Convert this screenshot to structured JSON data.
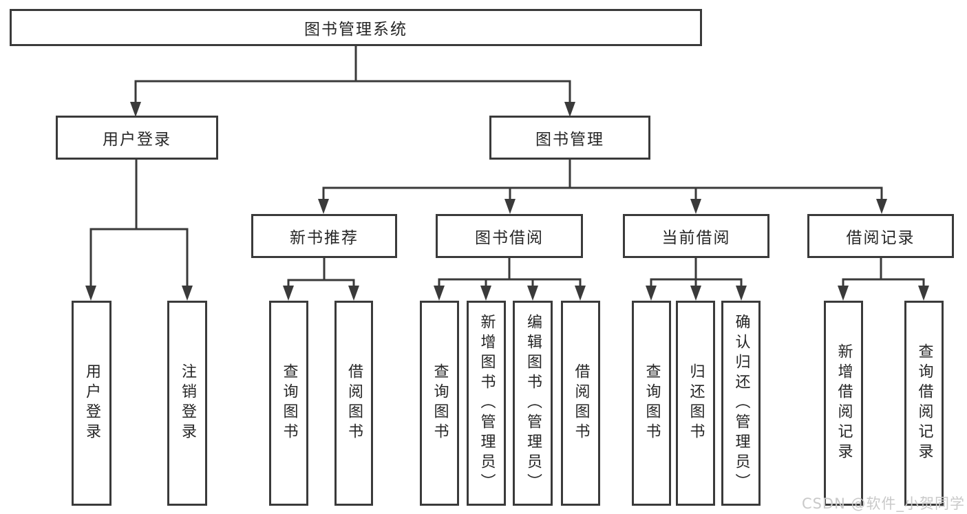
{
  "page": {
    "background": "#ffffff"
  },
  "colors": {
    "line": "#3a3a3a",
    "box_border": "#3a3a3a",
    "text": "#262626",
    "watermark": "#c9c9c9"
  },
  "watermark": {
    "text": "CSDN @软件_小贺同学"
  },
  "tree": {
    "root": {
      "label": "图书管理系统",
      "children": [
        {
          "label": "用户登录",
          "children": [
            {
              "label": "用户登录"
            },
            {
              "label": "注销登录"
            }
          ]
        },
        {
          "label": "图书管理",
          "children": [
            {
              "label": "新书推荐",
              "children": [
                {
                  "label": "查询图书"
                },
                {
                  "label": "借阅图书"
                }
              ]
            },
            {
              "label": "图书借阅",
              "children": [
                {
                  "label": "查询图书"
                },
                {
                  "label": "新增图书（管理员）"
                },
                {
                  "label": "编辑图书（管理员）"
                },
                {
                  "label": "借阅图书"
                }
              ]
            },
            {
              "label": "当前借阅",
              "children": [
                {
                  "label": "查询图书"
                },
                {
                  "label": "归还图书"
                },
                {
                  "label": "确认归还（管理员）"
                }
              ]
            },
            {
              "label": "借阅记录",
              "children": [
                {
                  "label": "新增借阅记录"
                },
                {
                  "label": "查询借阅记录"
                }
              ]
            }
          ]
        }
      ]
    }
  }
}
